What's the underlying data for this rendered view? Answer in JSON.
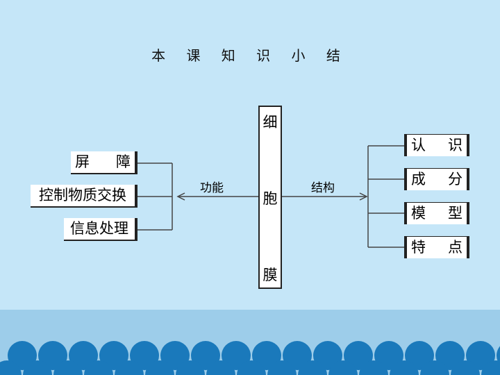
{
  "title": "本 课 知 识 小 结",
  "center": {
    "chars": [
      "细",
      "胞",
      "膜"
    ]
  },
  "left_label": "功能",
  "right_label": "结构",
  "left_items": [
    {
      "parts": [
        "屏",
        "障"
      ]
    },
    {
      "parts": [
        "控制物质交换"
      ]
    },
    {
      "parts": [
        "信息处理"
      ]
    }
  ],
  "right_items": [
    {
      "parts": [
        "认",
        "识"
      ]
    },
    {
      "parts": [
        "成",
        "分"
      ]
    },
    {
      "parts": [
        "模",
        "型"
      ]
    },
    {
      "parts": [
        "特",
        "点"
      ]
    }
  ],
  "colors": {
    "background": "#c5e6f8",
    "band": "#9dcdea",
    "dome": "#1a79bb",
    "line": "#444444"
  }
}
